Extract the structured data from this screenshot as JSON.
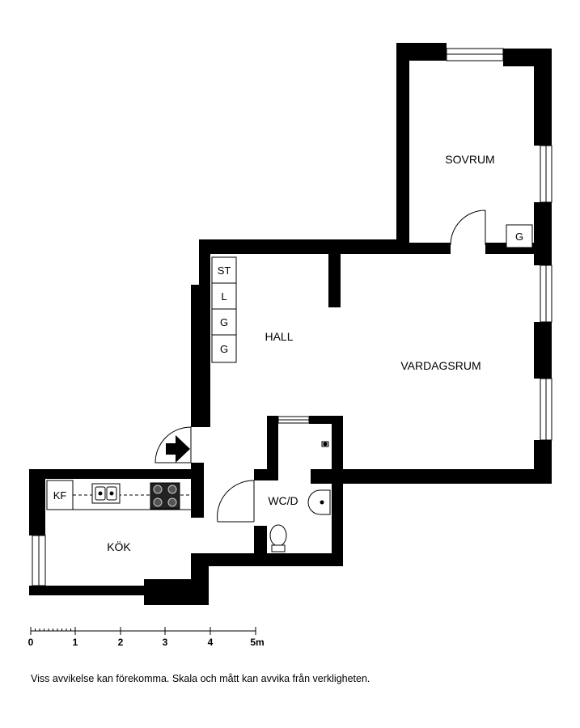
{
  "rooms": {
    "sovrum": "SOVRUM",
    "hall": "HALL",
    "vardagsrum": "VARDAGSRUM",
    "kok": "KÖK",
    "wc": "WC/D"
  },
  "closets": {
    "sovrum_g": "G",
    "hall_st": "ST",
    "hall_l": "L",
    "hall_g1": "G",
    "hall_g2": "G",
    "kok_kf": "KF"
  },
  "scale": {
    "labels": [
      "0",
      "1",
      "2",
      "3",
      "4",
      "5m"
    ]
  },
  "disclaimer": "Viss avvikelse kan förekomma. Skala och mått kan avvika från verkligheten.",
  "colors": {
    "wall": "#000000",
    "background": "#ffffff"
  }
}
